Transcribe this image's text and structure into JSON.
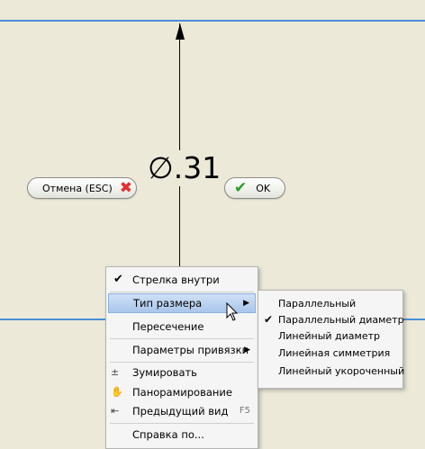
{
  "canvas": {
    "dimension_value": "∅.31"
  },
  "buttons": {
    "cancel_label": "Отмена (ESC)",
    "cancel_icon": "✖",
    "ok_label": "OK",
    "ok_icon": "✔"
  },
  "context_menu": {
    "items": [
      {
        "label": "Стрелка внутри",
        "checked": true
      },
      {
        "label": "Тип размера",
        "submenu": true,
        "highlighted": true
      },
      {
        "label": "Пересечение"
      },
      {
        "label": "Параметры привязки",
        "submenu": true
      },
      {
        "label": "Зумировать",
        "icon": "zoom-icon"
      },
      {
        "label": "Панорамирование",
        "icon": "pan-hand-icon"
      },
      {
        "label": "Предыдущий вид",
        "icon": "previous-view-icon",
        "shortcut": "F5"
      },
      {
        "label": "Справка по..."
      }
    ]
  },
  "submenu": {
    "items": [
      {
        "label": "Параллельный"
      },
      {
        "label": "Параллельный диаметр",
        "checked": true
      },
      {
        "label": "Линейный диаметр"
      },
      {
        "label": "Линейная симметрия"
      },
      {
        "label": "Линейный укороченный"
      }
    ]
  },
  "glyphs": {
    "check": "✔",
    "submenu_arrow": "▶",
    "zoom": "±",
    "pan": "✋",
    "previous_view": "⇤"
  },
  "colors": {
    "background": "#ece9d8",
    "guide_line": "#4a8fd6",
    "highlight": "#a9c6eb",
    "cancel_icon": "#e03030",
    "ok_icon": "#2c9b2c"
  }
}
